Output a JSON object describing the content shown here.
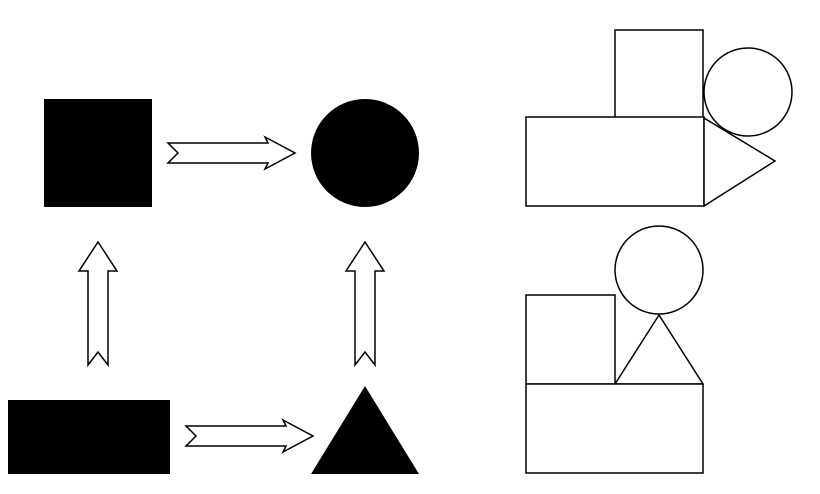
{
  "colors": {
    "background": "#ffffff",
    "fill_solid": "#000000",
    "stroke": "#000000",
    "fill_outline": "#ffffff"
  },
  "legend_shapes": [
    "square",
    "circle",
    "rectangle",
    "triangle"
  ],
  "transformations": [
    {
      "from": "square",
      "to": "circle",
      "direction": "right"
    },
    {
      "from": "rectangle",
      "to": "triangle",
      "direction": "right"
    },
    {
      "from": "rectangle",
      "to": "square",
      "direction": "up"
    },
    {
      "from": "triangle",
      "to": "circle",
      "direction": "up"
    }
  ],
  "figures": [
    {
      "name": "figure-top",
      "parts": [
        "rectangle",
        "square",
        "circle",
        "triangle"
      ]
    },
    {
      "name": "figure-bottom",
      "parts": [
        "square",
        "triangle",
        "circle",
        "rectangle"
      ]
    }
  ]
}
